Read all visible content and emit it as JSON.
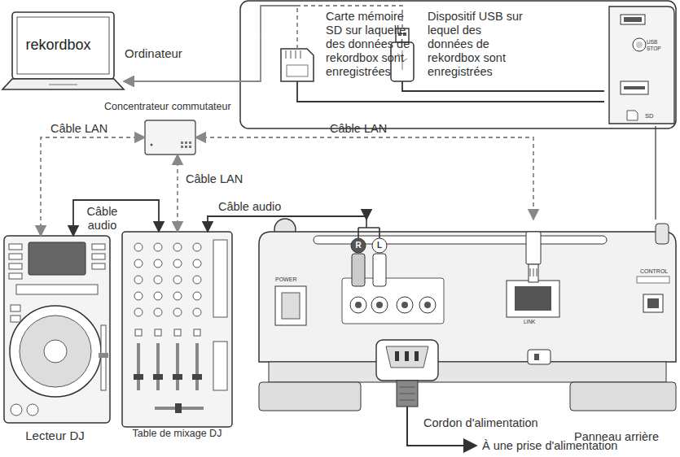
{
  "diagram": {
    "nodes": [
      {
        "text": [
          "rekordbox",
          "Ordinateur"
        ]
      },
      {
        "text": [
          "Carte mémoire SD sur laquelle des données de rekordbox sont enregistrées"
        ]
      },
      {
        "text": [
          "Dispositif USB sur lequel des données de rekordbox sont enregistrées"
        ]
      },
      {
        "text": [
          "USB STOP",
          "SD"
        ]
      },
      {
        "text": [
          "Concentrateur commutateur"
        ]
      },
      {
        "text": [
          "Lecteur DJ"
        ]
      },
      {
        "text": [
          "Table de mixage DJ"
        ]
      },
      {
        "text": [
          "Panneau arrière"
        ]
      }
    ],
    "edges": [
      {
        "from": 1,
        "to": 0,
        "arrow": "to"
      },
      {
        "from": 2,
        "to": 0,
        "arrow": "to"
      },
      {
        "from": 1,
        "to": 3,
        "arrow": "none"
      },
      {
        "from": 2,
        "to": 3,
        "arrow": "none"
      },
      {
        "from": 3,
        "to": 7,
        "arrow": "none"
      },
      {
        "from": 4,
        "to": 5,
        "label": "Câble LAN",
        "arrow": "both"
      },
      {
        "from": 4,
        "to": 6,
        "label": "Câble LAN",
        "arrow": "both"
      },
      {
        "from": 4,
        "to": 7,
        "label": "Câble LAN",
        "arrow": "both"
      },
      {
        "from": 5,
        "to": 6,
        "label": "Câble audio",
        "arrow": "both"
      },
      {
        "from": 6,
        "to": 7,
        "label": "Câble audio",
        "arrow": "both"
      }
    ],
    "labels": [
      "POWER",
      "R",
      "L",
      "LINK",
      "CONTROL",
      "Cordon d'alimentation",
      "À une prise d'alimentation"
    ]
  }
}
